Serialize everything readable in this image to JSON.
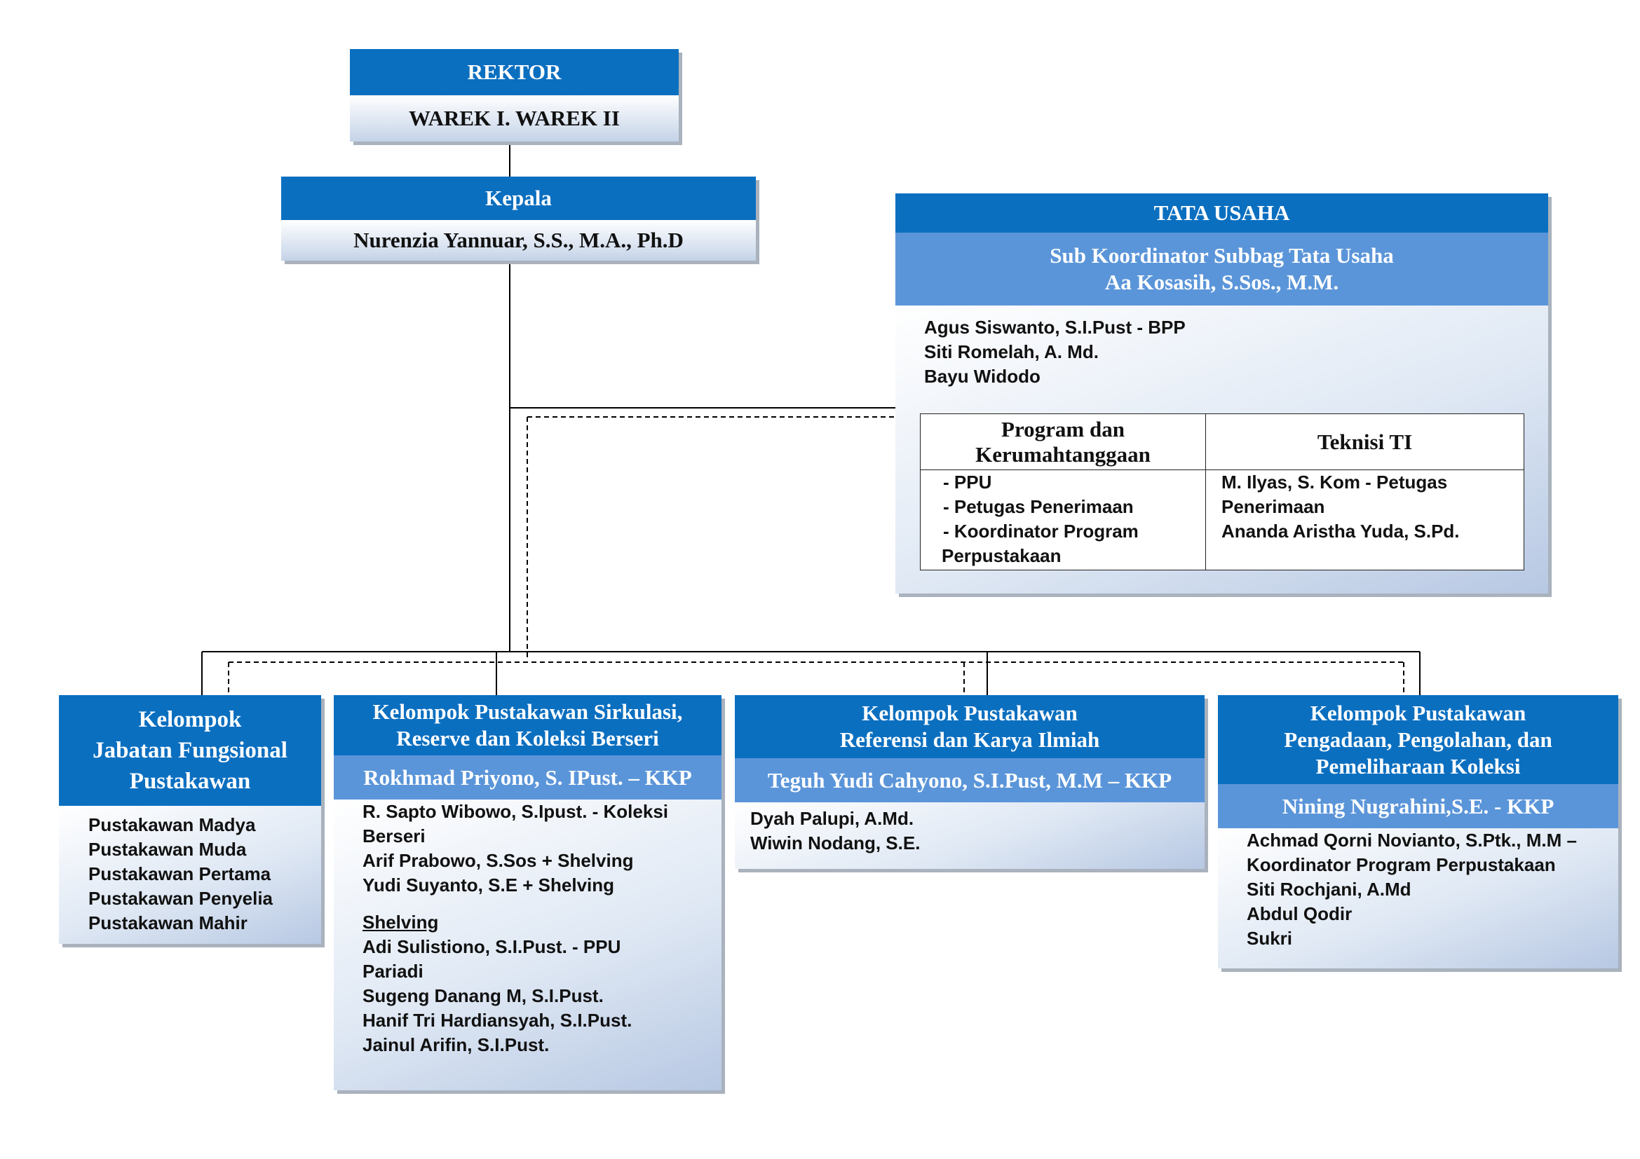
{
  "top": {
    "title": "REKTOR",
    "subtitle": "WAREK I. WAREK II"
  },
  "kepala": {
    "title": "Kepala",
    "name": "Nurenzia Yannuar, S.S., M.A., Ph.D"
  },
  "tata_usaha": {
    "title": "TATA USAHA",
    "sub_lines": [
      "Sub Koordinator Subbag Tata Usaha",
      "Aa Kosasih, S.Sos., M.M."
    ],
    "staff": [
      "Agus Siswanto, S.I.Pust - BPP",
      "Siti Romelah, A. Md.",
      "Bayu Widodo"
    ],
    "table": {
      "col1_header": [
        "Program dan",
        "Kerumahtanggaan"
      ],
      "col2_header": "Teknisi TI",
      "col1_items": [
        "- PPU",
        "- Petugas Penerimaan",
        "- Koordinator Program",
        "Perpustakaan"
      ],
      "col2_items": [
        "M. Ilyas, S. Kom - Petugas",
        "Penerimaan",
        "Ananda Aristha Yuda, S.Pd."
      ]
    }
  },
  "groups": {
    "fungsional": {
      "title_lines": [
        "Kelompok",
        "Jabatan Fungsional",
        "Pustakawan"
      ],
      "members": [
        "Pustakawan Madya",
        "Pustakawan Muda",
        "Pustakawan Pertama",
        "Pustakawan Penyelia",
        "Pustakawan Mahir"
      ]
    },
    "sirkulasi": {
      "title_lines": [
        "Kelompok Pustakawan Sirkulasi,",
        "Reserve dan Koleksi Berseri"
      ],
      "coordinator": "Rokhmad Priyono, S. IPust. – KKP",
      "members": [
        "R. Sapto Wibowo, S.Ipust. - Koleksi",
        "Berseri",
        "Arif Prabowo, S.Sos + Shelving",
        "Yudi Suyanto, S.E + Shelving"
      ],
      "shelving_label": "Shelving",
      "shelving_members": [
        "Adi Sulistiono, S.I.Pust. - PPU",
        "Pariadi",
        "Sugeng Danang M, S.I.Pust.",
        "Hanif Tri Hardiansyah, S.I.Pust.",
        "Jainul Arifin, S.I.Pust."
      ]
    },
    "referensi": {
      "title_lines": [
        "Kelompok Pustakawan",
        "Referensi dan Karya Ilmiah"
      ],
      "coordinator": "Teguh Yudi Cahyono, S.I.Pust, M.M – KKP",
      "members": [
        "Dyah Palupi, A.Md.",
        "Wiwin Nodang, S.E."
      ]
    },
    "pengadaan": {
      "title_lines": [
        "Kelompok Pustakawan",
        "Pengadaan, Pengolahan, dan",
        "Pemeliharaan Koleksi"
      ],
      "coordinator": "Nining Nugrahini,S.E. - KKP",
      "members": [
        "Achmad Qorni Novianto, S.Ptk., M.M –",
        "Koordinator Program Perpustakaan",
        "Siti Rochjani, A.Md",
        "Abdul Qodir",
        "Sukri"
      ]
    }
  }
}
